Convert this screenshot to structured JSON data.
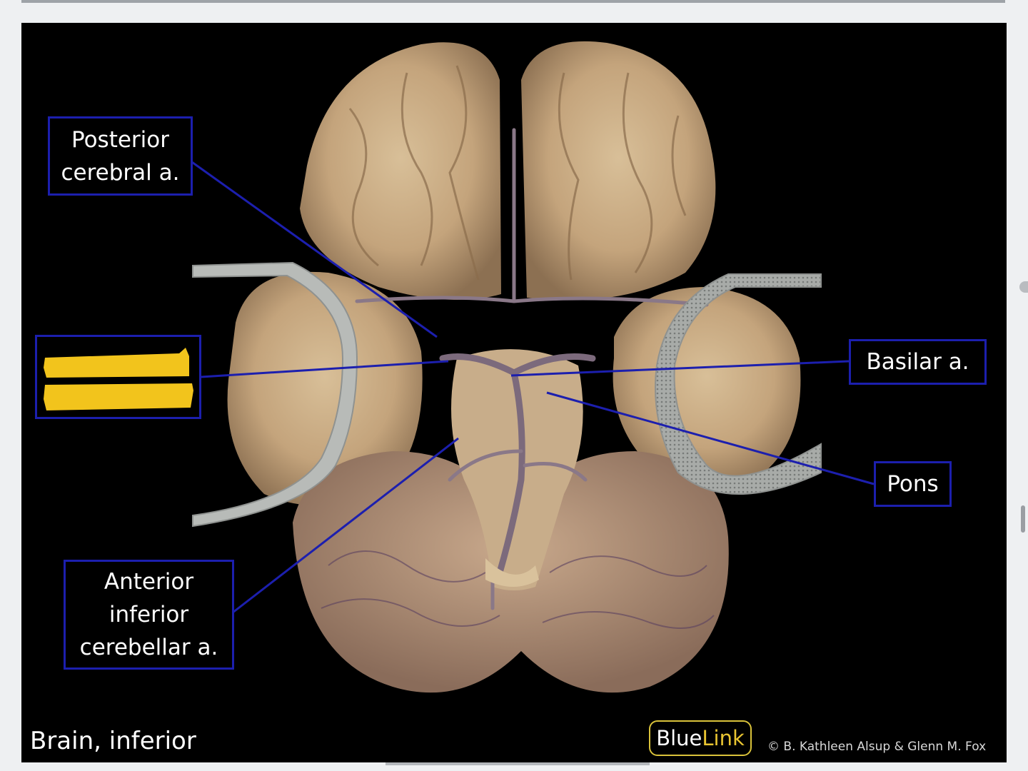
{
  "labels": {
    "posterior_cerebral": [
      "Posterior",
      "cerebral a."
    ],
    "basilar": [
      "Basilar a."
    ],
    "pons": [
      "Pons"
    ],
    "anterior_inferior_cerebellar": [
      "Anterior",
      "inferior",
      "cerebellar a."
    ]
  },
  "caption": "Brain, inferior",
  "logo": {
    "blue": "Blue",
    "link": "Link"
  },
  "copyright": "© B. Kathleen Alsup & Glenn M. Fox",
  "colors": {
    "label_border": "#1c1fae",
    "leader_line": "#1c1fae",
    "redaction_highlight": "#f2c41c",
    "logo_accent": "#e8c431"
  }
}
